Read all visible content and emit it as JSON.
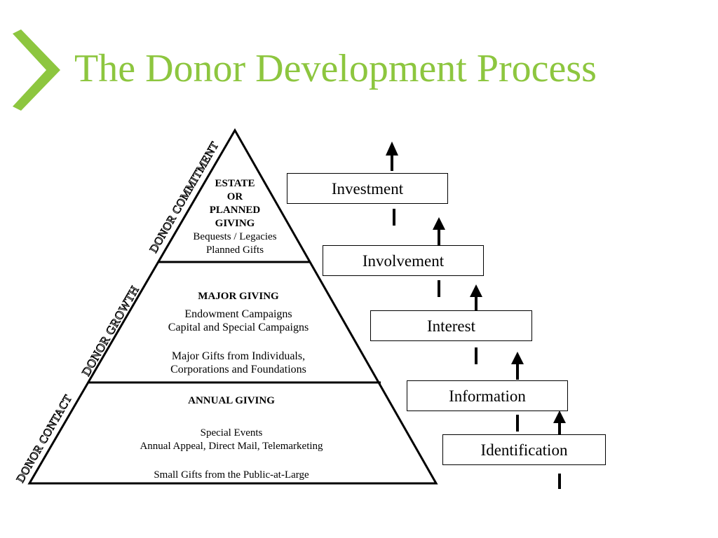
{
  "title": "The Donor Development Process",
  "colors": {
    "accent": "#8dc63f",
    "stroke": "#000000"
  },
  "pyramid": {
    "side_labels": [
      "DONOR CONTACT",
      "DONOR GROWTH",
      "DONOR COMMITMENT"
    ],
    "tiers": {
      "estate": {
        "heading": [
          "ESTATE",
          "OR",
          "PLANNED",
          "GIVING"
        ],
        "lines": [
          "Bequests / Legacies",
          "Planned Gifts"
        ]
      },
      "major": {
        "heading": "MAJOR GIVING",
        "lines_a": [
          "Endowment Campaigns",
          "Capital and Special Campaigns"
        ],
        "lines_b": [
          "Major Gifts from Individuals,",
          "Corporations and Foundations"
        ]
      },
      "annual": {
        "heading": "ANNUAL GIVING",
        "lines_a": [
          "Special Events",
          "Annual Appeal, Direct Mail, Telemarketing"
        ],
        "lines_b": [
          "Small Gifts from the Public-at-Large"
        ]
      }
    }
  },
  "stages": [
    "Investment",
    "Involvement",
    "Interest",
    "Information",
    "Identification"
  ]
}
